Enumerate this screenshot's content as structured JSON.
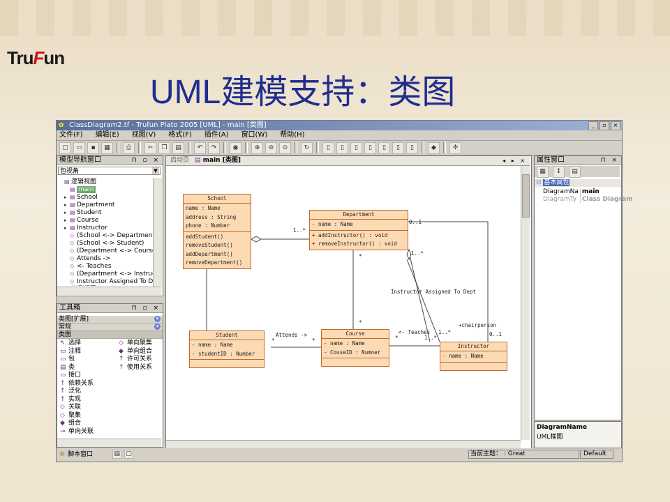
{
  "slide": {
    "logo_left": "Tru",
    "logo_f": "F",
    "logo_right": "un",
    "title": "UML建模支持：类图"
  },
  "window": {
    "title": "ClassDiagram2.tf - Trufun Plato 2005 [UML] - main [类图]",
    "controls": [
      "_",
      "▫",
      "×"
    ],
    "menu": [
      "文件(F)",
      "编辑(E)",
      "视图(V)",
      "格式(F)",
      "插件(A)",
      "窗口(W)",
      "帮助(H)"
    ]
  },
  "toolbar": {
    "icons": [
      "new-icon",
      "open-icon",
      "save-icon",
      "save-all-icon",
      "print-icon",
      "cut-icon",
      "copy-icon",
      "paste-icon",
      "undo-icon",
      "redo-icon",
      "find-icon",
      "zoom-in-icon",
      "zoom-out-icon",
      "zoom-fit-icon",
      "refresh-icon",
      "align-icon",
      "align2-icon",
      "align3-icon",
      "align4-icon",
      "align5-icon",
      "align6-icon",
      "align7-icon",
      "color-icon",
      "layout-icon"
    ]
  },
  "model_nav": {
    "header": "模型导航窗口",
    "view_select": "包视角",
    "tree": [
      {
        "label": "逻辑视图",
        "indent": 0,
        "icon": "folder-icon",
        "arrow": ""
      },
      {
        "label": "main",
        "indent": 1,
        "icon": "diagram-icon",
        "arrow": "",
        "selected": true
      },
      {
        "label": "School",
        "indent": 1,
        "icon": "class-icon",
        "arrow": "▸"
      },
      {
        "label": "Department",
        "indent": 1,
        "icon": "class-icon",
        "arrow": "▸"
      },
      {
        "label": "Student",
        "indent": 1,
        "icon": "class-icon",
        "arrow": "▸"
      },
      {
        "label": "Course",
        "indent": 1,
        "icon": "class-icon",
        "arrow": "▸"
      },
      {
        "label": "Instructor",
        "indent": 1,
        "icon": "class-icon",
        "arrow": "▸"
      },
      {
        "label": "(School <-> Department)",
        "indent": 1,
        "icon": "assoc-icon",
        "arrow": ""
      },
      {
        "label": "(School <-> Student)",
        "indent": 1,
        "icon": "assoc-icon",
        "arrow": ""
      },
      {
        "label": "(Department <-> Course)",
        "indent": 1,
        "icon": "assoc-icon",
        "arrow": ""
      },
      {
        "label": "Attends ->",
        "indent": 1,
        "icon": "assoc-icon",
        "arrow": ""
      },
      {
        "label": "<- Teaches",
        "indent": 1,
        "icon": "assoc-icon",
        "arrow": ""
      },
      {
        "label": "(Department <-> Instructor)",
        "indent": 1,
        "icon": "assoc-icon",
        "arrow": ""
      },
      {
        "label": "Instructor Assigned To Dept",
        "indent": 1,
        "icon": "assoc-icon",
        "arrow": ""
      },
      {
        "label": "用例视图",
        "indent": 0,
        "icon": "folder-icon",
        "arrow": ""
      }
    ]
  },
  "toolbox": {
    "header": "工具箱",
    "categories": [
      "类图[扩展]",
      "常规",
      "类图"
    ],
    "left_tools": [
      {
        "label": "选择",
        "icon": "cursor-icon"
      },
      {
        "label": "注释",
        "icon": "note-icon"
      },
      {
        "label": "包",
        "icon": "package-icon"
      },
      {
        "label": "类",
        "icon": "class-icon"
      },
      {
        "label": "接口",
        "icon": "interface-icon"
      },
      {
        "label": "依赖关系",
        "icon": "dependency-icon"
      },
      {
        "label": "泛化",
        "icon": "generalization-icon"
      },
      {
        "label": "实现",
        "icon": "realization-icon"
      },
      {
        "label": "关联",
        "icon": "association-icon"
      },
      {
        "label": "聚集",
        "icon": "aggregation-icon"
      },
      {
        "label": "组合",
        "icon": "composition-icon"
      },
      {
        "label": "单向关联",
        "icon": "directed-association-icon"
      }
    ],
    "right_tools": [
      {
        "label": "单向聚集",
        "icon": "directed-aggregation-icon"
      },
      {
        "label": "单向组合",
        "icon": "directed-composition-icon"
      },
      {
        "label": "许可关系",
        "icon": "permission-icon"
      },
      {
        "label": "使用关系",
        "icon": "usage-icon"
      }
    ]
  },
  "editor": {
    "tabs": [
      "启动页",
      "main [类图]"
    ]
  },
  "diagram": {
    "classes": {
      "school": {
        "name": "School",
        "attrs": [
          "name : Name",
          "address : String",
          "phone : Number"
        ],
        "ops": [
          "addStudent()",
          "removeStudent()",
          "addDepartment()",
          "removeDepartment()"
        ]
      },
      "department": {
        "name": "Department",
        "attrs": [
          "- name : Name"
        ],
        "ops": [
          "+ addInstructor() : void",
          "+ removeInstructor() : void"
        ]
      },
      "student": {
        "name": "Student",
        "attrs": [
          "- name : Name",
          "- studentID : Number"
        ],
        "ops": []
      },
      "course": {
        "name": "Course",
        "attrs": [
          "- name : Name",
          "- CouseID : Numner"
        ],
        "ops": []
      },
      "instructor": {
        "name": "Instructor",
        "attrs": [
          "- name : Name"
        ],
        "ops": []
      }
    },
    "labels": {
      "school_dept_mult": "1..*",
      "dept_top_mult": "0..1",
      "dept_right_mult": "1..*",
      "dept_course_mult": "*",
      "course_top_mult": "*",
      "assigned": "Instructor Assigned To Dept",
      "chairperson": "+chairperson",
      "chair_mult": "0..1",
      "attends": "Attends ->",
      "attends_left_mult": "*",
      "attends_right_mult": "*",
      "teaches": "<- Teaches",
      "teaches_left_mult": "*",
      "teaches_right_mult": "1..*",
      "teaches_right_mult2": "1..*"
    }
  },
  "properties": {
    "header": "属性窗口",
    "group": "基本属性",
    "rows": [
      {
        "key": "DiagramNa",
        "value": "main"
      },
      {
        "key": "DiagramTy",
        "value": "Class Diagram"
      }
    ],
    "desc_title": "DiagramName",
    "desc_text": "UML框图"
  },
  "status": {
    "script_window": "脚本窗口",
    "theme_label": "当前主题： : Great",
    "default": "Default"
  }
}
